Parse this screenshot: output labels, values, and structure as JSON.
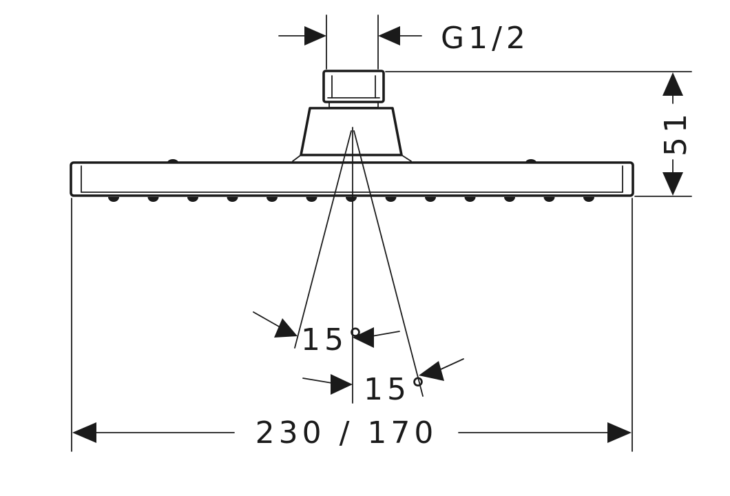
{
  "dimensions": {
    "connection_thread": "G1/2",
    "height": "51",
    "width": "230 / 170",
    "spray_angle_left": "15°",
    "spray_angle_right": "15°"
  }
}
